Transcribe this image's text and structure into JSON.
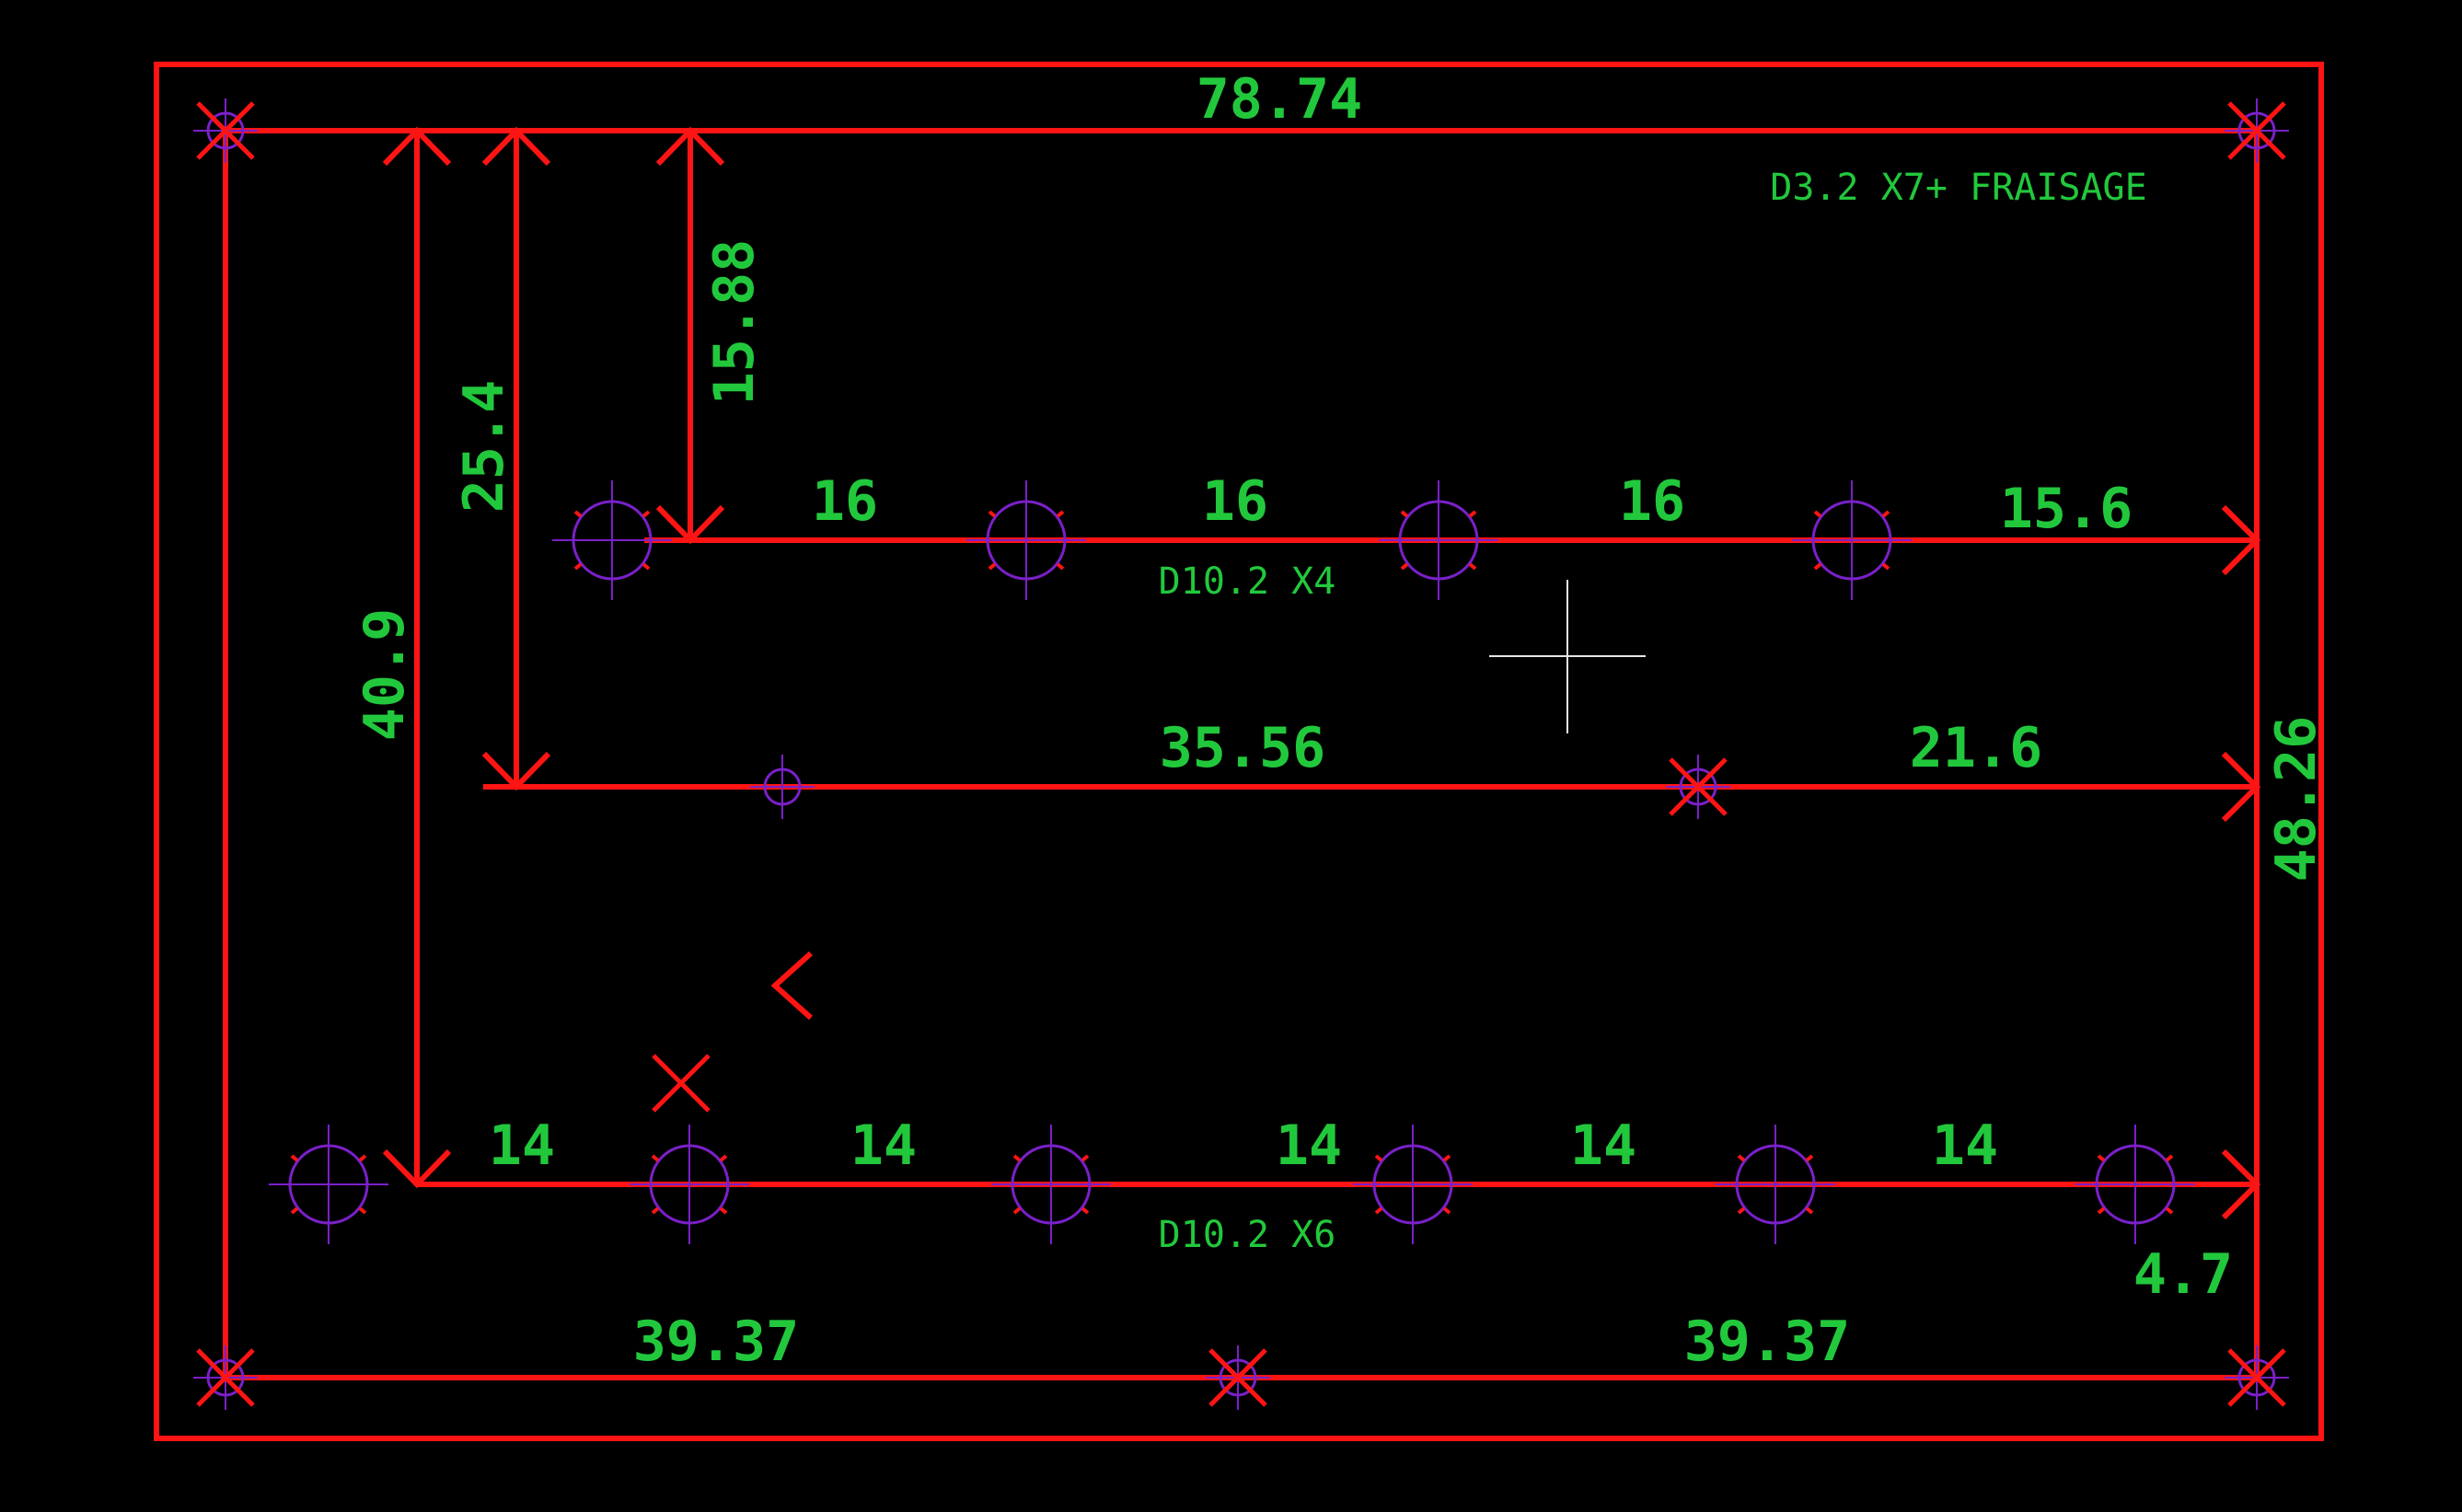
{
  "colors": {
    "background": "#000000",
    "outline": "#ff1414",
    "text": "#22c83c",
    "hole": "#7a20c8",
    "cursor": "#e6e6e6"
  },
  "dimensions": {
    "total_width": "78.74",
    "total_height": "48.26",
    "left_half": "39.37",
    "right_half": "39.37",
    "v_upper_row": "15.88",
    "v_middle_row": "25.4",
    "v_lower_row": "40.9",
    "upper_pitch_1": "16",
    "upper_pitch_2": "16",
    "upper_pitch_3": "16",
    "upper_end": "15.6",
    "middle_span": "35.56",
    "middle_end": "21.6",
    "lower_pitch_1": "14",
    "lower_pitch_2": "14",
    "lower_pitch_3": "14",
    "lower_pitch_4": "14",
    "lower_pitch_5": "14",
    "lower_end": "4.7"
  },
  "notes": {
    "small_holes": "D3.2 X7+ FRAISAGE",
    "upper_holes": "D10.2 X4",
    "lower_holes": "D10.2 X6"
  }
}
